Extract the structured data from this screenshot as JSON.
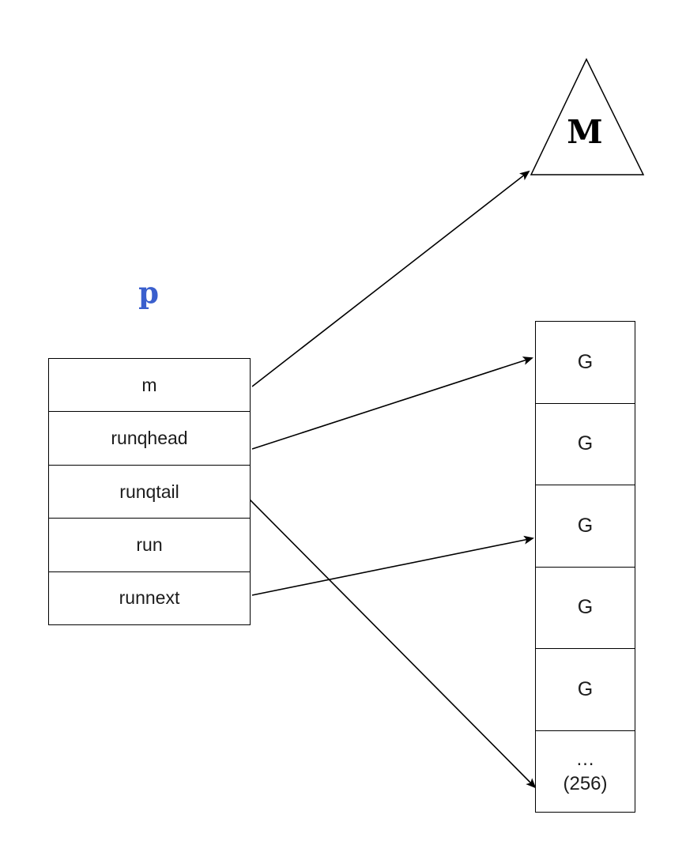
{
  "diagram": {
    "p_struct": {
      "title": "p",
      "fields": [
        "m",
        "runqhead",
        "runqtail",
        "run",
        "runnext"
      ]
    },
    "machine": {
      "label": "M"
    },
    "runqueue": {
      "cells": [
        "G",
        "G",
        "G",
        "G",
        "G"
      ],
      "overflow_ellipsis": "…",
      "capacity_label": "(256)"
    },
    "arrows": [
      {
        "from": "m",
        "to": "M"
      },
      {
        "from": "runqhead",
        "to": "runqueue cell 1"
      },
      {
        "from": "runqtail",
        "to": "runqueue cell 6 (256)"
      },
      {
        "from": "runnext",
        "to": "runqueue cell 3"
      }
    ],
    "colors": {
      "p_label": "#3A5FCD",
      "line": "#000000"
    }
  }
}
